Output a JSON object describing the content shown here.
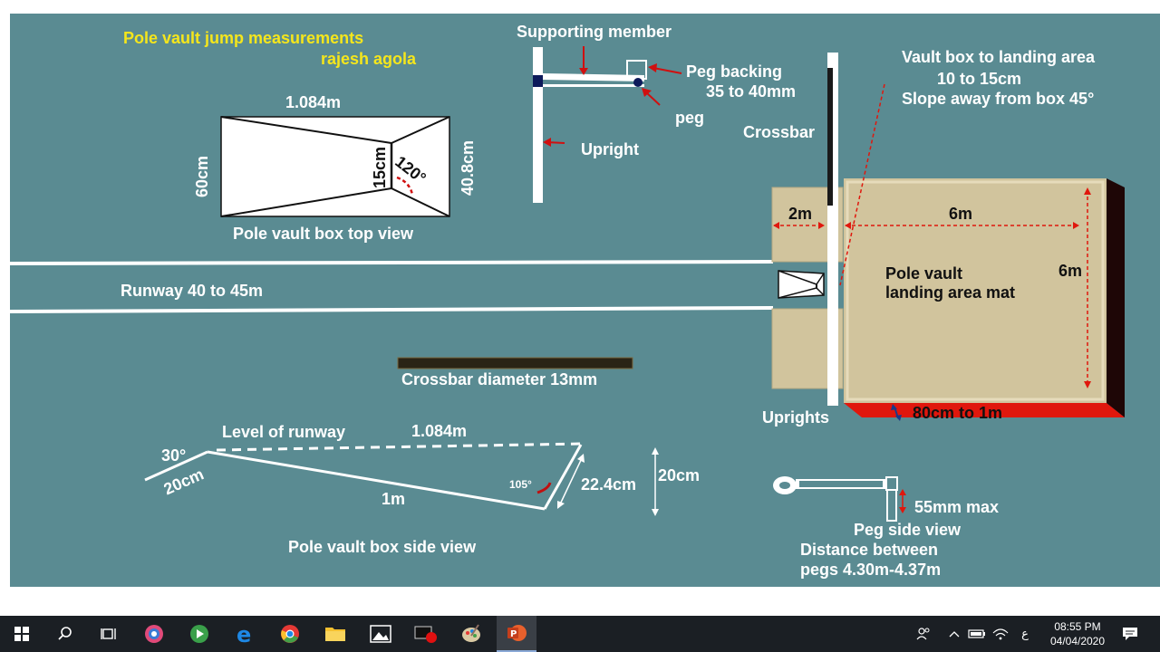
{
  "slide": {
    "title": "Pole vault jump measurements",
    "author": "rajesh agola",
    "colors": {
      "background": "#5a8b92",
      "title": "#f5e61c",
      "mat": "#d1c49d",
      "red": "#e0170d",
      "line": "#ffffff"
    },
    "top_view": {
      "caption": "Pole vault box top view",
      "length": "1.084m",
      "width_back": "60cm",
      "width_front": "40.8cm",
      "throat": "15cm",
      "angle": "120°"
    },
    "support": {
      "supporting_member": "Supporting member",
      "peg_backing": "Peg backing",
      "peg_backing_size": "35 to 40mm",
      "peg": "peg",
      "upright": "Upright"
    },
    "crossbar": {
      "label": "Crossbar",
      "diameter": "Crossbar diameter 13mm"
    },
    "vault_box_note": {
      "line1": "Vault box to landing area",
      "line2": "10 to 15cm",
      "line3": "Slope away  from box 45°"
    },
    "runway": {
      "label": "Runway 40 to 45m"
    },
    "landing": {
      "front_width": "2m",
      "length": "6m",
      "width": "6m",
      "mat_line1": "Pole vault",
      "mat_line2": "landing area mat",
      "uprights": "Uprights",
      "height": "80cm to 1m"
    },
    "side_view": {
      "caption": "Pole vault box side view",
      "runway_level": "Level of runway",
      "length_top": "1.084m",
      "angle_back": "30°",
      "back_length": "20cm",
      "bottom": "1m",
      "angle_stop": "105°",
      "stop_board": "22.4cm",
      "depth": "20cm"
    },
    "peg_side": {
      "max": "55mm max",
      "caption": "Peg side view",
      "distance_line1": "Distance between",
      "distance_line2": "pegs 4.30m-4.37m"
    }
  },
  "taskbar": {
    "apps": [
      {
        "name": "start",
        "icon": "windows-logo"
      },
      {
        "name": "search",
        "icon": "search"
      },
      {
        "name": "task-view",
        "icon": "task-view"
      },
      {
        "name": "app-1",
        "icon": "swirl-app"
      },
      {
        "name": "app-2",
        "icon": "media-player"
      },
      {
        "name": "edge",
        "icon": "edge"
      },
      {
        "name": "chrome",
        "icon": "chrome"
      },
      {
        "name": "file-explorer",
        "icon": "folder"
      },
      {
        "name": "photos",
        "icon": "photos"
      },
      {
        "name": "recorder",
        "icon": "screen-recorder"
      },
      {
        "name": "paint",
        "icon": "paint"
      },
      {
        "name": "powerpoint",
        "icon": "powerpoint",
        "active": true
      }
    ],
    "language": "ع",
    "time": "08:55 PM",
    "date": "04/04/2020"
  }
}
